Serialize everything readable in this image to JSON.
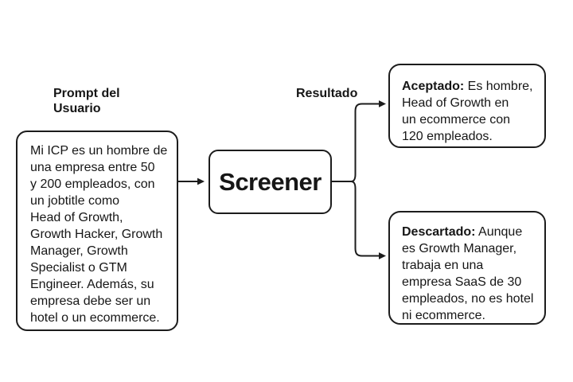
{
  "diagram": {
    "prompt_label": "Prompt del\nUsuario",
    "prompt_text": "Mi ICP es un hombre de\nuna empresa entre 50\ny 200 empleados, con\nun jobtitle como\nHead of Growth,\nGrowth Hacker, Growth\nManager, Growth\nSpecialist o GTM\nEngineer. Además, su\nempresa debe ser un\nhotel o un ecommerce.",
    "screener_title": "Screener",
    "resultado_label": "Resultado",
    "accepted": {
      "heading": "Aceptado:",
      "body": " Es hombre,\nHead of Growth en\nun ecommerce con\n120 empleados."
    },
    "discarded": {
      "heading": "Descartado:",
      "body": " Aunque\nes Growth Manager,\ntrabaja en una\nempresa SaaS de 30\nempleados, no es hotel\nni ecommerce."
    },
    "colors": {
      "stroke": "#1c1c1c",
      "text": "#161616",
      "background": "#ffffff"
    }
  }
}
